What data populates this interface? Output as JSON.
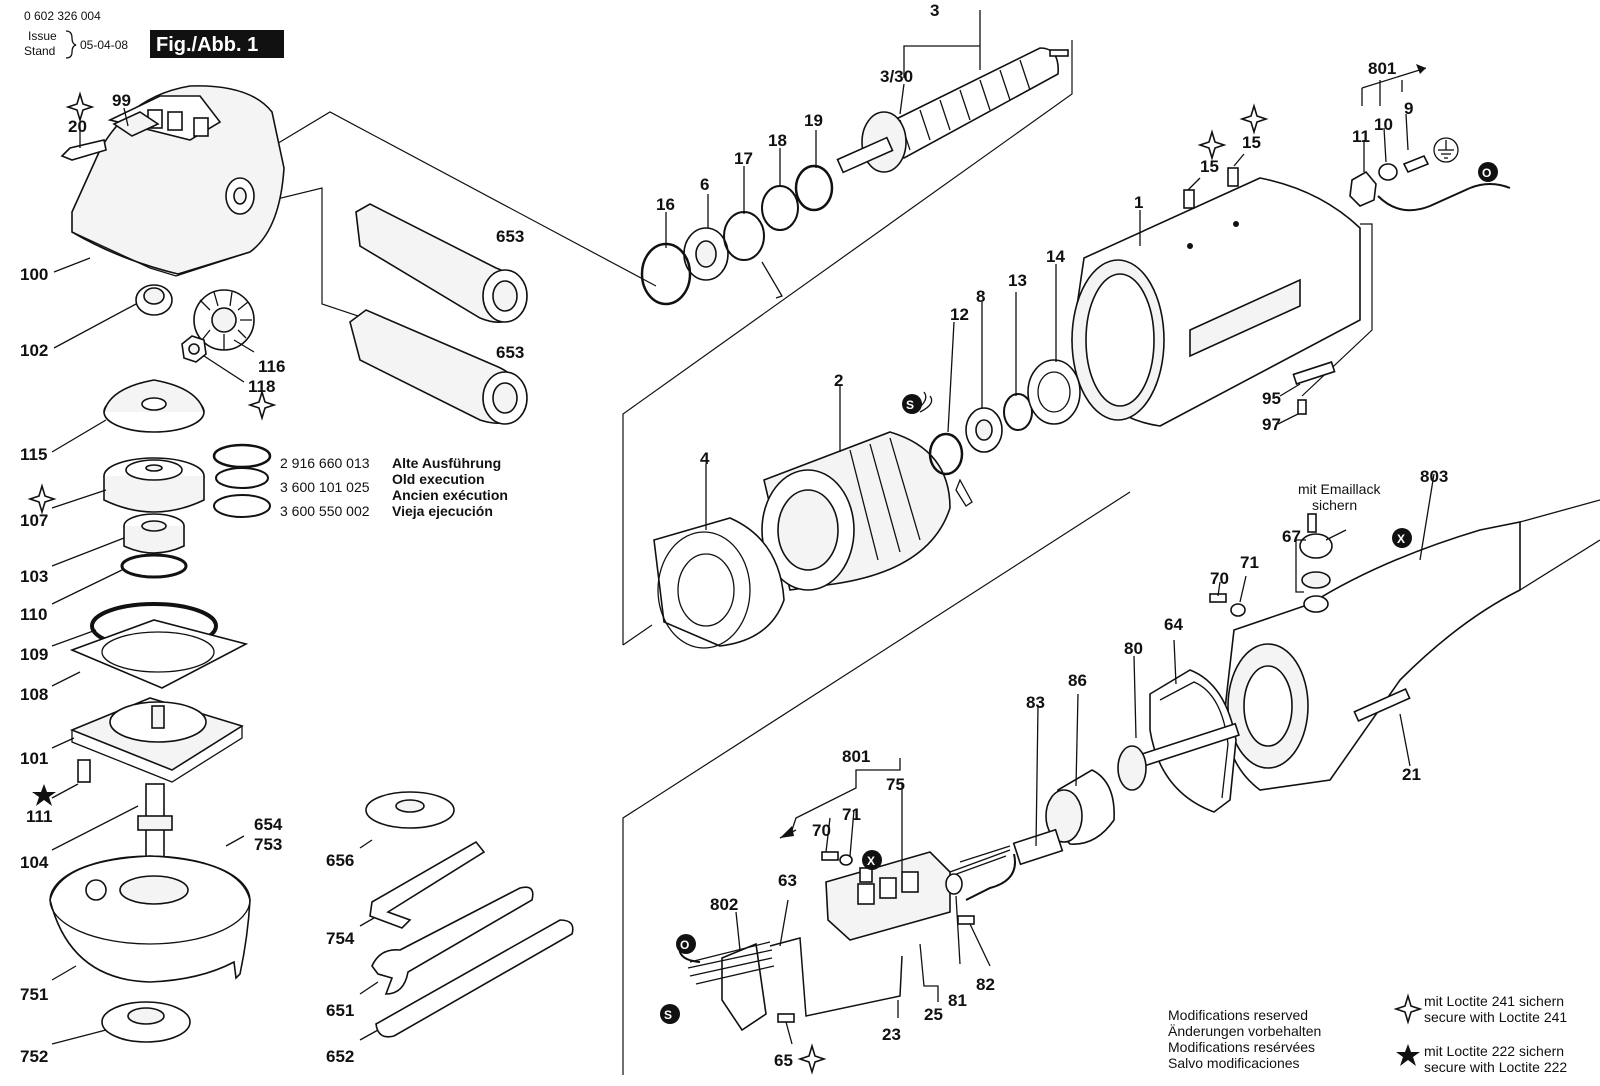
{
  "header": {
    "part_number": "0 602 326 004",
    "issue_label": "Issue",
    "stand_label": "Stand",
    "date": "05-04-08",
    "figure_label": "Fig./Abb. 1"
  },
  "symbols": {
    "s": "S",
    "o": "O",
    "x": "X",
    "ground_icon": "earth-ground-icon",
    "star4_icon": "loctite-241-star-icon",
    "star5_icon": "loctite-222-star-icon"
  },
  "callouts": {
    "c1": "1",
    "c2": "2",
    "c3": "3",
    "c3_30": "3/30",
    "c4": "4",
    "c6": "6",
    "c8": "8",
    "c9": "9",
    "c10": "10",
    "c11": "11",
    "c12": "12",
    "c13": "13",
    "c14": "14",
    "c15a": "15",
    "c15b": "15",
    "c16": "16",
    "c17": "17",
    "c18": "18",
    "c19": "19",
    "c20": "20",
    "c21": "21",
    "c23": "23",
    "c25": "25",
    "c63": "63",
    "c64": "64",
    "c65": "65",
    "c67": "67",
    "c70a": "70",
    "c70b": "70",
    "c71a": "71",
    "c71b": "71",
    "c75": "75",
    "c80": "80",
    "c81": "81",
    "c82": "82",
    "c83": "83",
    "c86": "86",
    "c95": "95",
    "c97": "97",
    "c99": "99",
    "c100": "100",
    "c101": "101",
    "c102": "102",
    "c103": "103",
    "c104": "104",
    "c107": "107",
    "c108": "108",
    "c109": "109",
    "c110": "110",
    "c111": "111",
    "c115": "115",
    "c116": "116",
    "c118": "118",
    "c651": "651",
    "c652": "652",
    "c653a": "653",
    "c653b": "653",
    "c654": "654",
    "c656": "656",
    "c751": "751",
    "c752": "752",
    "c753": "753",
    "c754": "754",
    "c801a": "801",
    "c801b": "801",
    "c802": "802",
    "c803": "803"
  },
  "old_execution": {
    "codes": [
      "2 916 660 013",
      "3 600 101 025",
      "3 600 550 002"
    ],
    "labels": [
      "Alte Ausführung",
      "Old execution",
      "Ancien exécution",
      "Vieja ejecución"
    ]
  },
  "emaillack": [
    "mit Emaillack",
    "sichern"
  ],
  "modifications": [
    "Modifications reserved",
    "Änderungen vorbehalten",
    "Modifications resérvées",
    "Salvo modificaciones"
  ],
  "loctite": {
    "l241": [
      "mit Loctite 241 sichern",
      "secure with Loctite 241"
    ],
    "l222": [
      "mit Loctite 222 sichern",
      "secure with Loctite 222"
    ]
  }
}
